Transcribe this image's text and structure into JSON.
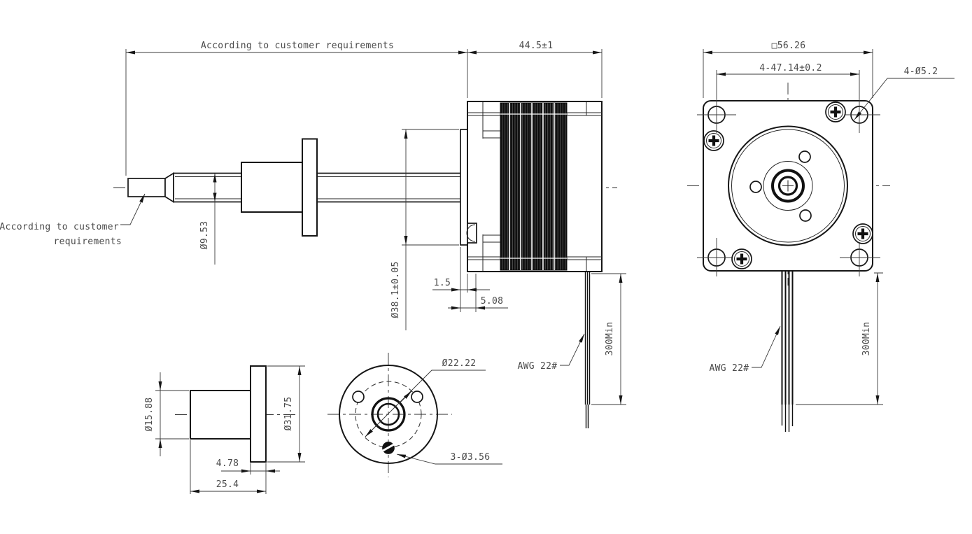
{
  "drawing_type": "engineering-drawing",
  "colors": {
    "line": "#161616",
    "dimension": "#3a3a3a",
    "text": "#4a4a4a",
    "background": "#ffffff"
  },
  "side_view": {
    "length_note": "According to customer requirements",
    "motor_length": "44.5±1",
    "shaft_note_line1": "According to customer",
    "shaft_note_line2": "requirements",
    "shaft_diameter": "Ø9.53",
    "pilot_diameter": "Ø38.1±0.05",
    "boss_height": "1.5",
    "boss_depth": "5.08",
    "wire_gauge": "AWG 22#",
    "wire_min_length": "300Min"
  },
  "front_view": {
    "body_size": "□56.26",
    "mount_hole_spacing": "4-47.14±0.2",
    "mount_hole_diameter": "4-Ø5.2",
    "wire_gauge": "AWG 22#",
    "wire_min_length": "300Min"
  },
  "nut_side_view": {
    "body_diameter": "Ø15.88",
    "flange_diameter": "Ø31.75",
    "flange_thickness": "4.78",
    "total_length": "25.4"
  },
  "nut_front_view": {
    "bolt_circle_diameter": "Ø22.22",
    "hole_spec": "3-Ø3.56"
  }
}
